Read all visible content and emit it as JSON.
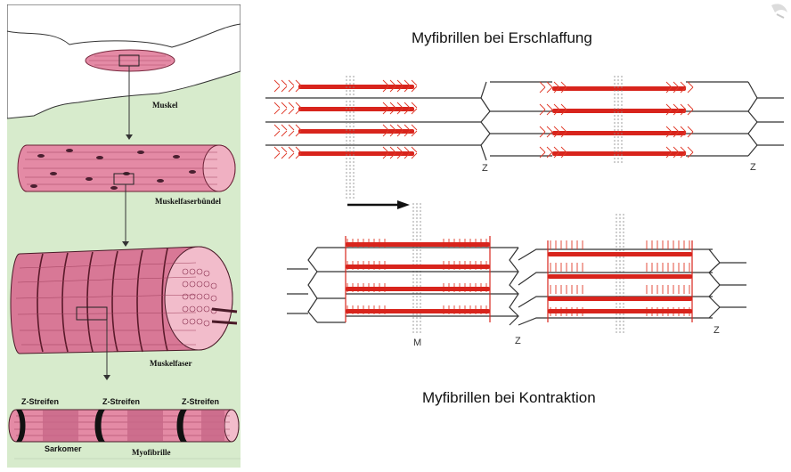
{
  "left_panel": {
    "muskel": "Muskel",
    "muskelfaserbuendel": "Muskelfaserbündel",
    "muskelfaser": "Muskelfaser",
    "z_streifen_1": "Z-Streifen",
    "z_streifen_2": "Z-Streifen",
    "z_streifen_3": "Z-Streifen",
    "sarkomer": "Sarkomer",
    "myofibrille": "Myofibrille"
  },
  "relaxed": {
    "title": "Myfibrillen bei Erschlaffung",
    "z_label_1": "Z",
    "z_label_2": "Z"
  },
  "contracted": {
    "title": "Myfibrillen bei Kontraktion",
    "m_label": "M",
    "z_label_1": "Z",
    "z_label_2": "Z"
  },
  "colors": {
    "panel_bg": "#d7ebcc",
    "tissue_pink": "#e48aa5",
    "actin_red": "#e03a2a",
    "myosin_red": "#d8241c"
  }
}
